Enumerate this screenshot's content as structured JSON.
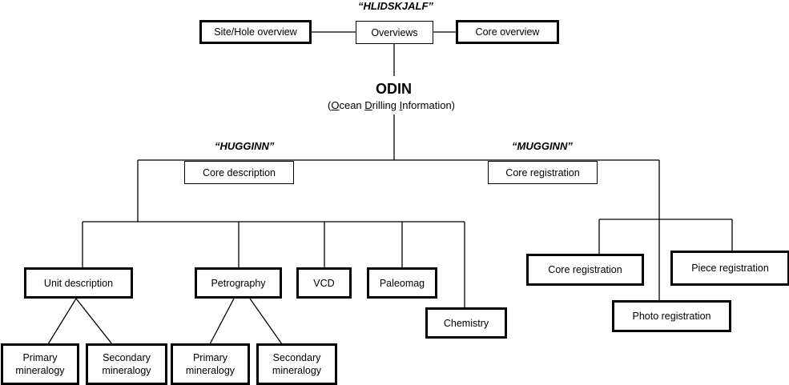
{
  "titles": {
    "hlidskjalf": "“HLIDSKJALF”",
    "hugginn": "“HUGGINN”",
    "muginn": "“MUGGINN”"
  },
  "odin": {
    "name": "ODIN",
    "subtitle_open": "(",
    "subtitle_o": "O",
    "subtitle_cean": "cean ",
    "subtitle_d": "D",
    "subtitle_rilling": "rilling ",
    "subtitle_i": "I",
    "subtitle_nformation": "nformation)"
  },
  "boxes": {
    "site_hole_overview": "Site/Hole overview",
    "overviews": "Overviews",
    "core_overview": "Core overview",
    "core_description": "Core description",
    "core_registration_header": "Core registration",
    "unit_description": "Unit description",
    "petrography": "Petrography",
    "vcd": "VCD",
    "paleomag": "Paleomag",
    "chemistry": "Chemistry",
    "unit_primary_line1": "Primary",
    "unit_primary_line2": "mineralogy",
    "unit_secondary_line1": "Secondary",
    "unit_secondary_line2": "mineralogy",
    "petro_primary_line1": "Primary",
    "petro_primary_line2": "mineralogy",
    "petro_secondary_line1": "Secondary",
    "petro_secondary_line2": "mineralogy",
    "core_registration": "Core registration",
    "piece_registration": "Piece registration",
    "photo_registration": "Photo registration"
  }
}
